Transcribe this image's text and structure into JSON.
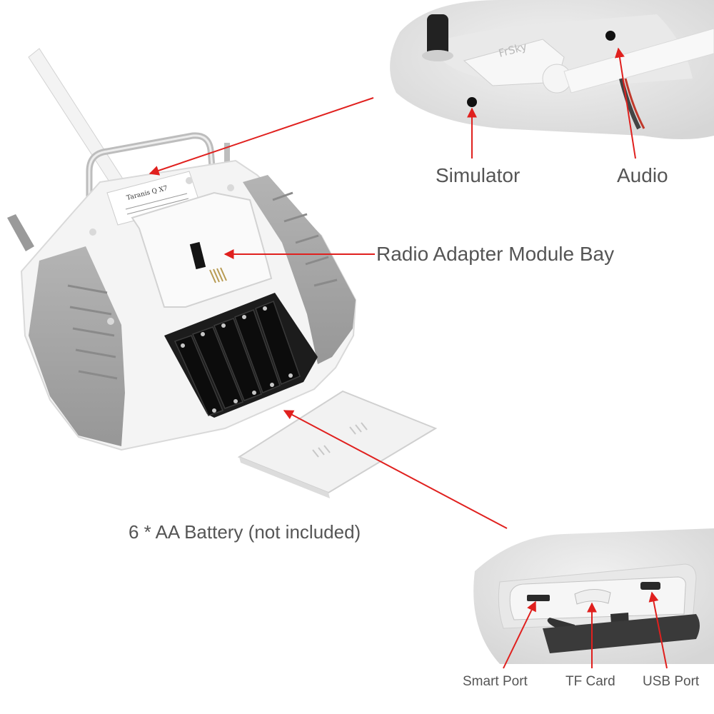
{
  "labels": {
    "simulator": "Simulator",
    "audio": "Audio",
    "module_bay": "Radio Adapter Module Bay",
    "battery": "6 * AA Battery (not included)",
    "smart_port": "Smart Port",
    "tf_card": "TF Card",
    "usb_port": "USB Port"
  },
  "product": {
    "sticker_text": "Taranis Q X7",
    "engraved_logo": "FrSky"
  },
  "colors": {
    "arrow": "#e0201e",
    "label_text": "#555555",
    "housing_white": "#f4f4f4",
    "grip_gray": "#a9a9a9",
    "battery_black": "#1c1c1c"
  }
}
